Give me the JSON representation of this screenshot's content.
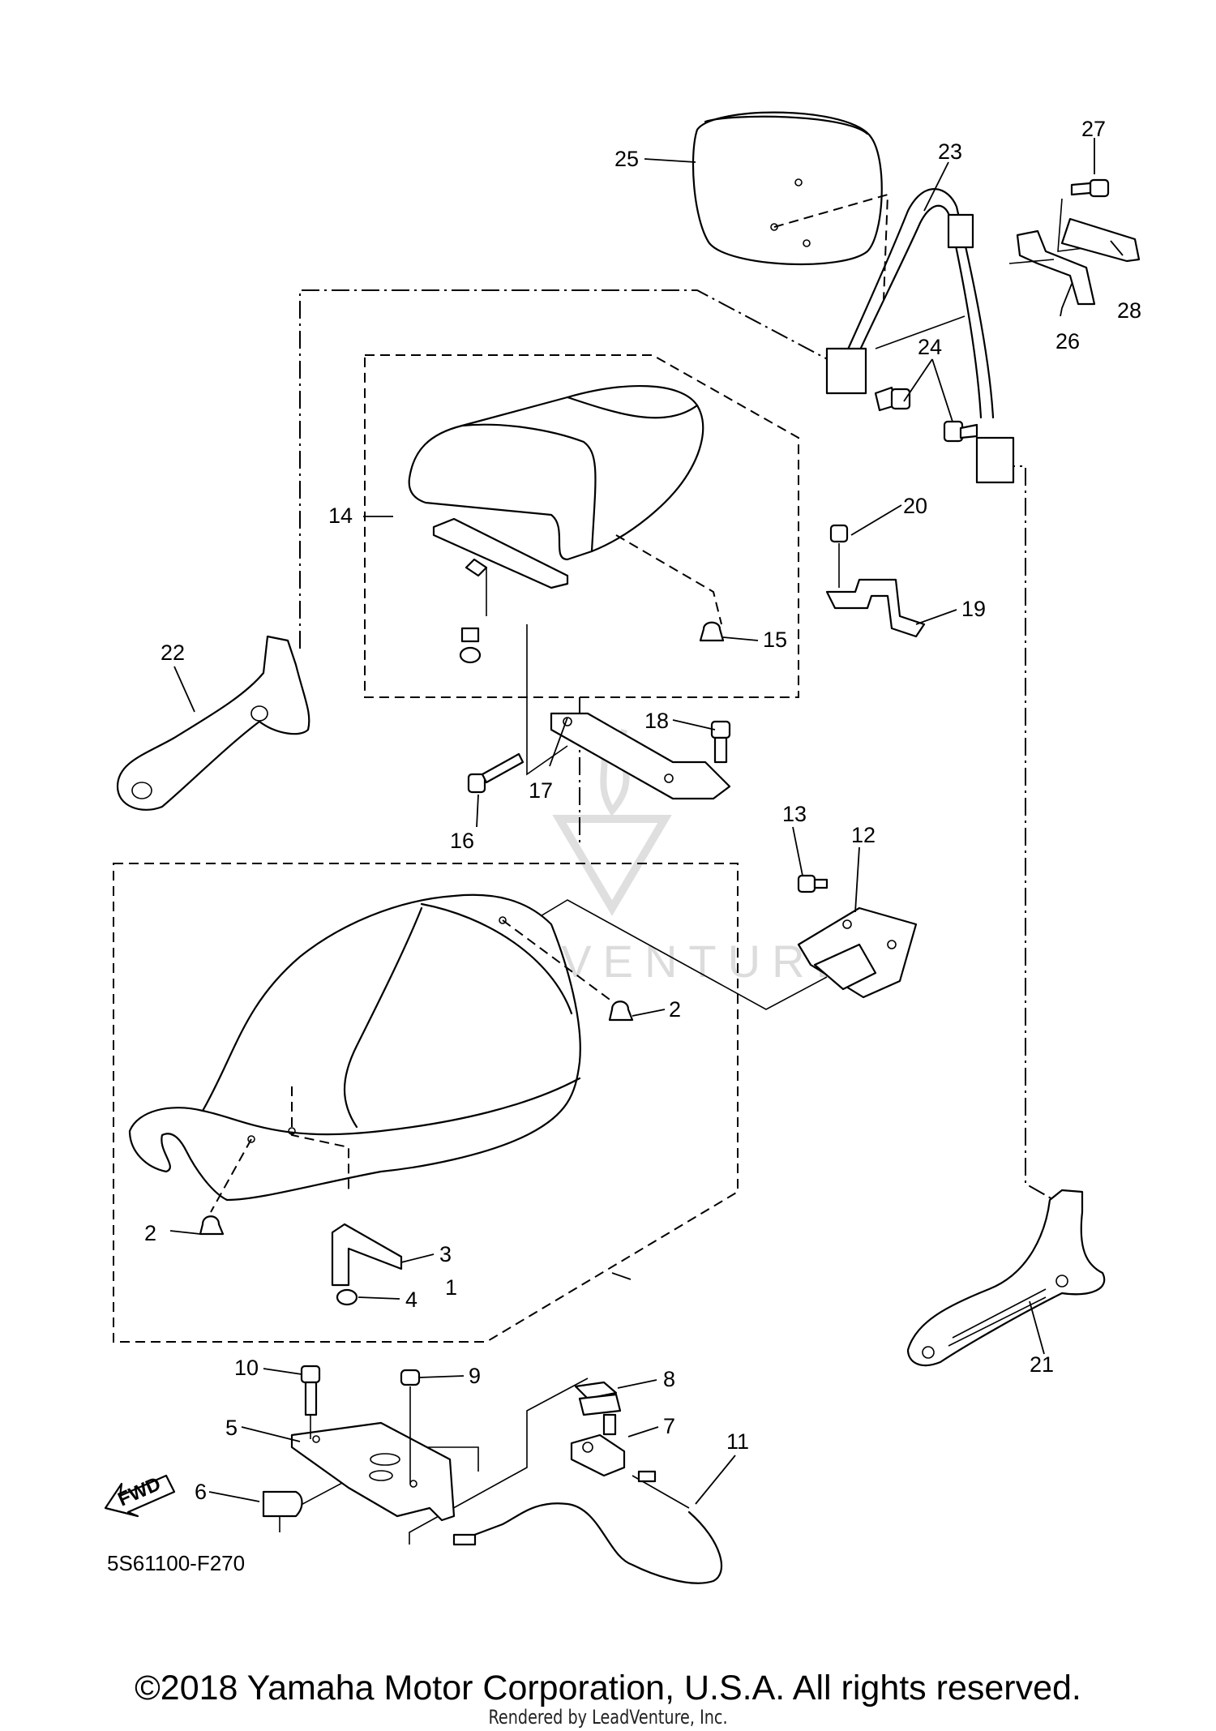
{
  "diagram": {
    "diagram_code": "5S61100-F270",
    "fwd_label": "FWD",
    "watermark": "LEADVENTURE",
    "callouts": [
      "1",
      "2",
      "2",
      "3",
      "4",
      "5",
      "6",
      "7",
      "8",
      "9",
      "10",
      "11",
      "12",
      "13",
      "14",
      "15",
      "16",
      "17",
      "18",
      "19",
      "20",
      "21",
      "22",
      "23",
      "24",
      "25",
      "26",
      "27",
      "28"
    ]
  },
  "footer": {
    "copyright": "©2018 Yamaha Motor Corporation, U.S.A. All rights reserved.",
    "rendered_by": "Rendered by LeadVenture, Inc."
  }
}
